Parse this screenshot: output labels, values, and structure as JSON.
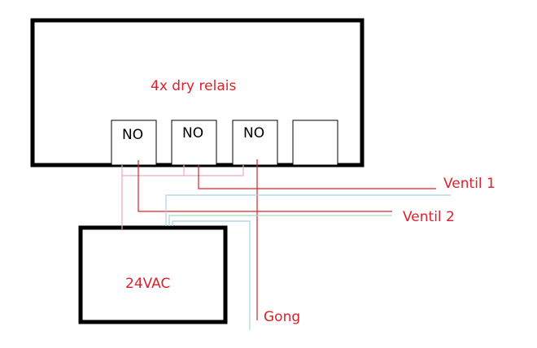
{
  "relay_board": {
    "label": "4x dry relais"
  },
  "terminals": [
    {
      "label": "NO"
    },
    {
      "label": "NO"
    },
    {
      "label": "NO"
    },
    {
      "label": ""
    }
  ],
  "power_supply": {
    "label": "24VAC"
  },
  "outputs": {
    "ventil1": "Ventil 1",
    "ventil2": "Ventil 2",
    "gong": "Gong"
  },
  "colors": {
    "label_red": "#e0202a",
    "wire_red": "#e0202a",
    "wire_pink": "#f0a6c8",
    "wire_lightblue": "#a8d4e8",
    "wire_lightgreen": "#a8dcc0",
    "outline": "#000000"
  }
}
